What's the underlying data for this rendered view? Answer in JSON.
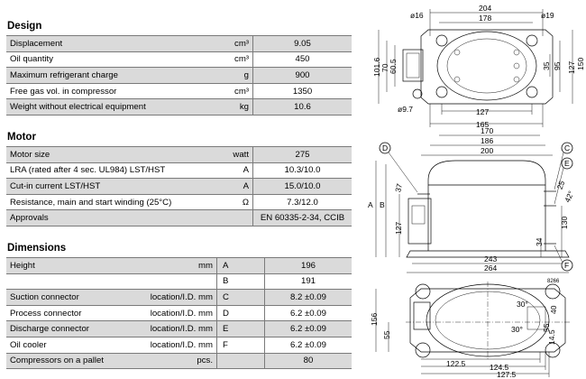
{
  "design": {
    "title": "Design",
    "rows": [
      {
        "label": "Displacement",
        "unit": "cm³",
        "value": "9.05"
      },
      {
        "label": "Oil quantity",
        "unit": "cm³",
        "value": "450"
      },
      {
        "label": "Maximum refrigerant charge",
        "unit": "g",
        "value": "900"
      },
      {
        "label": "Free gas vol. in compressor",
        "unit": "cm³",
        "value": "1350"
      },
      {
        "label": "Weight without electrical equipment",
        "unit": "kg",
        "value": "10.6"
      }
    ]
  },
  "motor": {
    "title": "Motor",
    "rows": [
      {
        "label": "Motor size",
        "unit": "watt",
        "value": "275"
      },
      {
        "label": "LRA (rated after 4 sec. UL984) LST/HST",
        "unit": "A",
        "value": "10.3/10.0"
      },
      {
        "label": "Cut-in current LST/HST",
        "unit": "A",
        "value": "15.0/10.0"
      },
      {
        "label": "Resistance, main and start winding (25°C)",
        "unit": "Ω",
        "value": "7.3/12.0"
      },
      {
        "label": "Approvals",
        "unit": "",
        "value": "EN 60335-2-34, CCIB"
      }
    ]
  },
  "dimensions": {
    "title": "Dimensions",
    "rows": [
      {
        "label": "Height",
        "unit": "mm",
        "letter": "A",
        "value": "196"
      },
      {
        "label": "",
        "unit": "",
        "letter": "B",
        "value": "191"
      },
      {
        "label": "Suction connector",
        "unit": "location/I.D. mm",
        "letter": "C",
        "value": "8.2 ±0.09"
      },
      {
        "label": "Process connector",
        "unit": "location/I.D. mm",
        "letter": "D",
        "value": "6.2 ±0.09"
      },
      {
        "label": "Discharge connector",
        "unit": "location/I.D. mm",
        "letter": "E",
        "value": "6.2 ±0.09"
      },
      {
        "label": "Oil cooler",
        "unit": "location/I.D. mm",
        "letter": "F",
        "value": "6.2 ±0.09"
      },
      {
        "label": "Compressors on a pallet",
        "unit": "pcs.",
        "letter": "",
        "value": "80"
      }
    ]
  },
  "drawing": {
    "top_dims": [
      "204",
      "178",
      "ø16",
      "ø19",
      "101.6",
      "70",
      "60.5",
      "35",
      "95",
      "127",
      "150",
      "ø9.7",
      "127",
      "165"
    ],
    "side_dims": [
      "170",
      "186",
      "200",
      "A",
      "B",
      "127",
      "130",
      "34",
      "243",
      "264",
      "37",
      "25",
      "42°"
    ],
    "bottom_dims": [
      "156",
      "55",
      "122.5",
      "124.5",
      "127.5",
      "55",
      "40",
      "14.5",
      "30°",
      "30°"
    ],
    "callouts": [
      "D",
      "C",
      "E",
      "F"
    ],
    "drawing_number": "8266"
  }
}
